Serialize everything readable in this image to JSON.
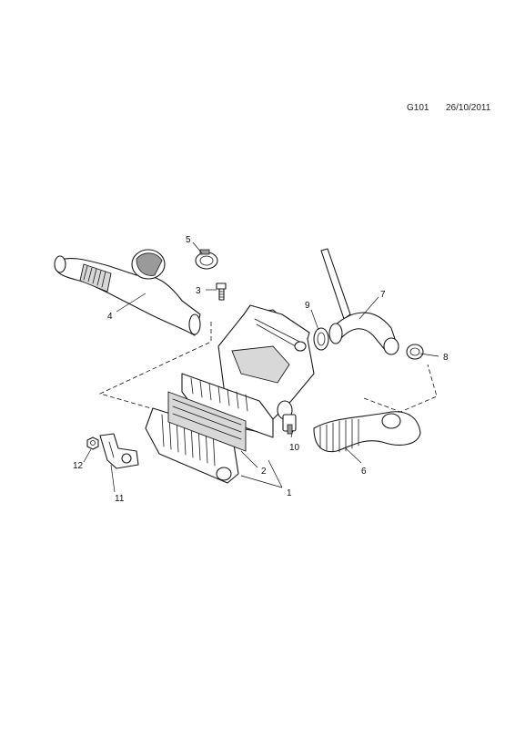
{
  "header": {
    "code": "G101",
    "date": "26/10/2011"
  },
  "callouts": {
    "c1": "1",
    "c2": "2",
    "c3": "3",
    "c4": "4",
    "c5": "5",
    "c6": "6",
    "c7": "7",
    "c8": "8",
    "c9": "9",
    "c10": "10",
    "c11": "11",
    "c12": "12"
  }
}
